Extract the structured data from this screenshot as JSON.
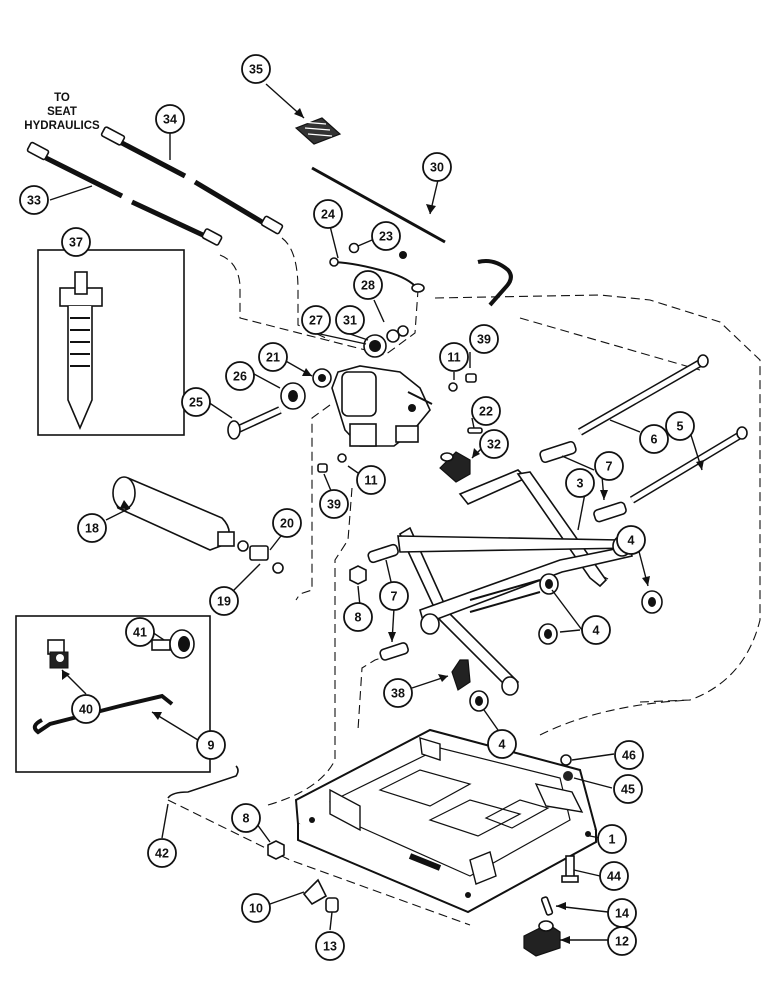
{
  "caption": [
    "TO",
    "SEAT",
    "HYDRAULICS"
  ],
  "callouts": [
    "35",
    "34",
    "33",
    "30",
    "24",
    "23",
    "37",
    "28",
    "27",
    "31",
    "11",
    "39",
    "21",
    "26",
    "25",
    "22",
    "32",
    "6",
    "5",
    "7",
    "11",
    "39",
    "18",
    "20",
    "3",
    "4",
    "19",
    "8",
    "7",
    "4",
    "41",
    "40",
    "9",
    "38",
    "4",
    "46",
    "45",
    "8",
    "1",
    "42",
    "44",
    "10",
    "14",
    "13",
    "12"
  ]
}
